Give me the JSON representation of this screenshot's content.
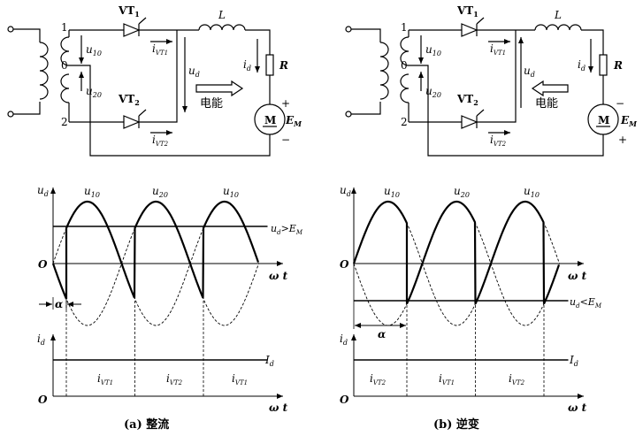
{
  "left": {
    "circuit": {
      "node1": "1",
      "node0": "0",
      "node2": "2",
      "vt1": "VT",
      "vt1_sub": "1",
      "vt2": "VT",
      "vt2_sub": "2",
      "inductor": "L",
      "resistor": "R",
      "u10": "u",
      "u10_sub": "10",
      "u20": "u",
      "u20_sub": "20",
      "ivt1": "i",
      "ivt1_sub": "VT1",
      "ivt2": "i",
      "ivt2_sub": "VT2",
      "ud": "u",
      "ud_sub": "d",
      "id": "i",
      "id_sub": "d",
      "energy": "电能",
      "motor": "M",
      "em": "E",
      "em_sub": "M",
      "plus": "+",
      "minus": "−"
    },
    "wave": {
      "ud": "u",
      "ud_sub": "d",
      "u10a": "u",
      "u10a_sub": "10",
      "u20": "u",
      "u20_sub": "20",
      "u10b": "u",
      "u10b_sub": "10",
      "cond": "u",
      "cond_sub": "d",
      "cond_op": ">",
      "cond_e": "E",
      "cond_e_sub": "M",
      "origin": "O",
      "wt": "ω t",
      "alpha": "α"
    },
    "current": {
      "id": "i",
      "id_sub": "d",
      "Id": "I",
      "Id_sub": "d",
      "seg1": "i",
      "seg1_sub": "VT1",
      "seg2": "i",
      "seg2_sub": "VT2",
      "seg3": "i",
      "seg3_sub": "VT1",
      "origin": "O",
      "wt": "ω t"
    },
    "caption": "(a) 整流"
  },
  "right": {
    "circuit": {
      "node1": "1",
      "node0": "0",
      "node2": "2",
      "vt1": "VT",
      "vt1_sub": "1",
      "vt2": "VT",
      "vt2_sub": "2",
      "inductor": "L",
      "resistor": "R",
      "u10": "u",
      "u10_sub": "10",
      "u20": "u",
      "u20_sub": "20",
      "ivt1": "i",
      "ivt1_sub": "VT1",
      "ivt2": "i",
      "ivt2_sub": "VT2",
      "ud": "u",
      "ud_sub": "d",
      "id": "i",
      "id_sub": "d",
      "energy": "电能",
      "motor": "M",
      "em": "E",
      "em_sub": "M",
      "plus": "+",
      "minus": "−"
    },
    "wave": {
      "ud": "u",
      "ud_sub": "d",
      "u10a": "u",
      "u10a_sub": "10",
      "u20": "u",
      "u20_sub": "20",
      "u10b": "u",
      "u10b_sub": "10",
      "cond": "u",
      "cond_sub": "d",
      "cond_op": "<",
      "cond_e": "E",
      "cond_e_sub": "M",
      "origin": "O",
      "wt": "ω t",
      "alpha": "α"
    },
    "current": {
      "id": "i",
      "id_sub": "d",
      "Id": "I",
      "Id_sub": "d",
      "seg1": "i",
      "seg1_sub": "VT2",
      "seg2": "i",
      "seg2_sub": "VT1",
      "seg3": "i",
      "seg3_sub": "VT2",
      "origin": "O",
      "wt": "ω t"
    },
    "caption": "(b) 逆变"
  }
}
